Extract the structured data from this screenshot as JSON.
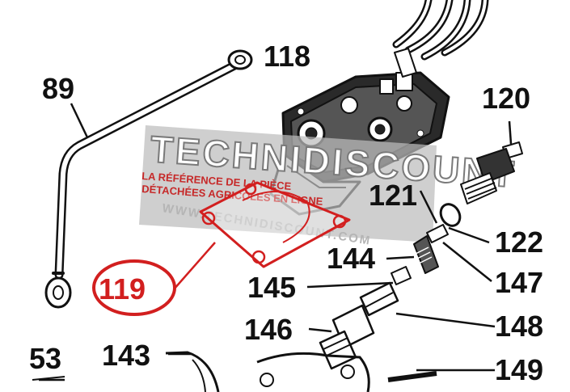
{
  "callouts": {
    "c53": "53",
    "c89": "89",
    "c118": "118",
    "c119": "119",
    "c120": "120",
    "c121": "121",
    "c122": "122",
    "c143": "143",
    "c144": "144",
    "c145": "145",
    "c146": "146",
    "c147": "147",
    "c148": "148",
    "c149": "149"
  },
  "watermark": {
    "brand": "TECHNIDISCOUNT",
    "tagline_1": "LA RÉFÉRENCE DE LA PIÈCE",
    "tagline_2": "DÉTACHÉES AGRICOLES EN LIGNE",
    "url": "WWW.TECHNIDISCOUNT.COM"
  },
  "colors": {
    "highlight": "#d21f1f",
    "line": "#111111"
  }
}
